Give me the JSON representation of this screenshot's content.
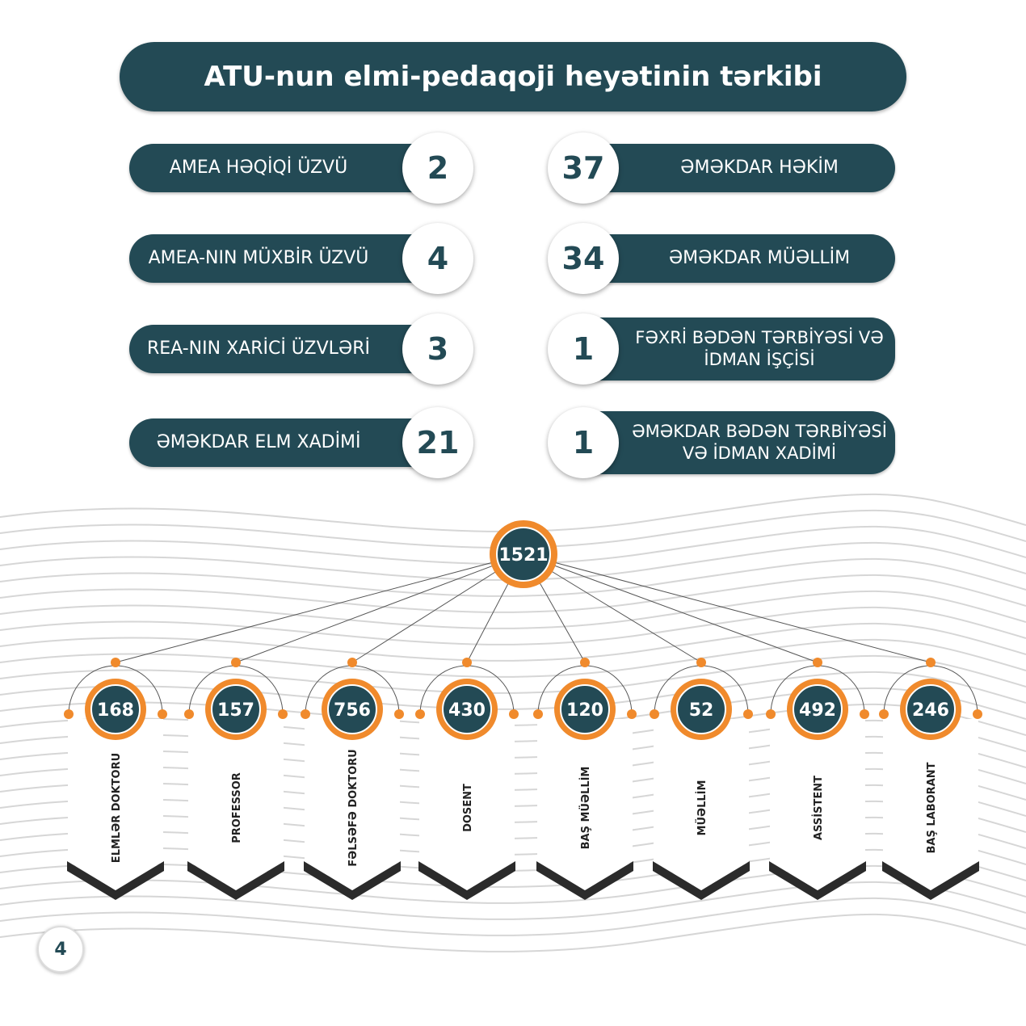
{
  "title": "ATU-nun elmi-pedaqoji heyətinin tərkibi",
  "left_stats": [
    {
      "label": "AMEA HƏQİQİ ÜZVÜ",
      "value": "2"
    },
    {
      "label": "AMEA-NIN MÜXBİR ÜZVÜ",
      "value": "4"
    },
    {
      "label": "REA-NIN XARİCİ ÜZVLƏRİ",
      "value": "3"
    },
    {
      "label": "ƏMƏKDAR ELM XADİMİ",
      "value": "21"
    }
  ],
  "right_stats": [
    {
      "label": "ƏMƏKDAR HƏKİM",
      "value": "37"
    },
    {
      "label": "ƏMƏKDAR MÜƏLLİM",
      "value": "34"
    },
    {
      "label": "FƏXRİ BƏDƏN TƏRBİYƏSİ VƏ İDMAN İŞÇİSİ",
      "value": "1"
    },
    {
      "label": "ƏMƏKDAR BƏDƏN TƏRBİYƏSİ VƏ İDMAN XADİMİ",
      "value": "1"
    }
  ],
  "tree": {
    "total": "1521",
    "children": [
      {
        "label": "ELMLƏR DOKTORU",
        "value": "168"
      },
      {
        "label": "PROFESSOR",
        "value": "157"
      },
      {
        "label": "FƏLSƏFƏ DOKTORU",
        "value": "756"
      },
      {
        "label": "DOSENT",
        "value": "430"
      },
      {
        "label": "BAŞ MÜƏLLİM",
        "value": "120"
      },
      {
        "label": "MÜƏLLİM",
        "value": "52"
      },
      {
        "label": "ASSİSTENT",
        "value": "492"
      },
      {
        "label": "BAŞ LABORANT",
        "value": "246"
      }
    ]
  },
  "page_number": "4",
  "colors": {
    "primary": "#234a55",
    "accent": "#f08a2c",
    "dark": "#2b2b2b"
  }
}
